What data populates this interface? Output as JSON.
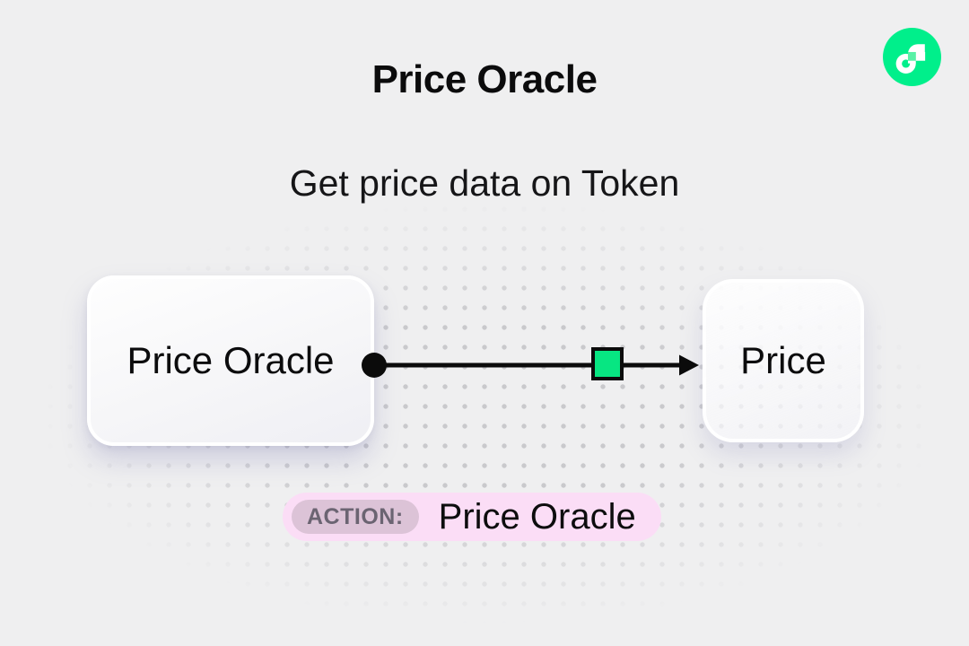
{
  "header": {
    "title": "Price Oracle",
    "subtitle": "Get price data on Token"
  },
  "logo": {
    "name": "flow-logo",
    "brand_color": "#00EF8B"
  },
  "diagram": {
    "nodes": [
      {
        "id": "source",
        "label": "Price Oracle"
      },
      {
        "id": "target",
        "label": "Price"
      }
    ],
    "edge": {
      "from": "source",
      "to": "target",
      "style": "solid-black-arrow",
      "start_marker": "filled-circle",
      "mid_marker": "green-square",
      "mid_marker_color": "#07E682",
      "gradient_color": "#00EF8B"
    }
  },
  "action_badge": {
    "label": "ACTION:",
    "value": "Price Oracle"
  },
  "colors": {
    "background": "#efeff0",
    "dot_grid": "#c9c9cc",
    "badge_bg": "#fbddf6",
    "badge_label_bg": "#dcc3d7",
    "badge_label_text": "#6b6472",
    "accent_green": "#00EF8B"
  }
}
